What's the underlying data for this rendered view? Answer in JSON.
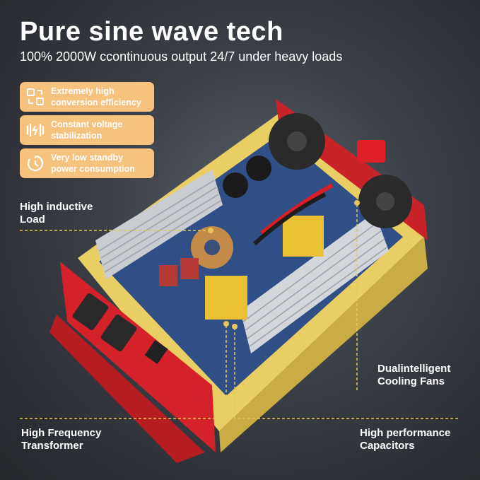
{
  "header": {
    "title": "Pure sine wave tech",
    "subtitle": "100% 2000W ccontinuous output 24/7 under heavy loads"
  },
  "features": [
    {
      "icon": "conversion-icon",
      "line1": "Extremely high",
      "line2": "conversion efficiency"
    },
    {
      "icon": "voltage-icon",
      "line1": "Constant voltage",
      "line2": "stabilization"
    },
    {
      "icon": "standby-icon",
      "line1": "Very low standby",
      "line2": "power consumption"
    }
  ],
  "callouts": {
    "inductive": {
      "line1": "High inductive",
      "line2": "Load"
    },
    "fans": {
      "line1": "Dualintelligent",
      "line2": "Cooling Fans"
    },
    "transformer": {
      "line1": "High Frequency",
      "line2": "Transformer"
    },
    "capacitors": {
      "line1": "High performance",
      "line2": "Capacitors"
    }
  },
  "colors": {
    "feature_bg": "#f6c27d",
    "accent_red": "#d4212a",
    "accent_gold": "#e6c75a"
  }
}
